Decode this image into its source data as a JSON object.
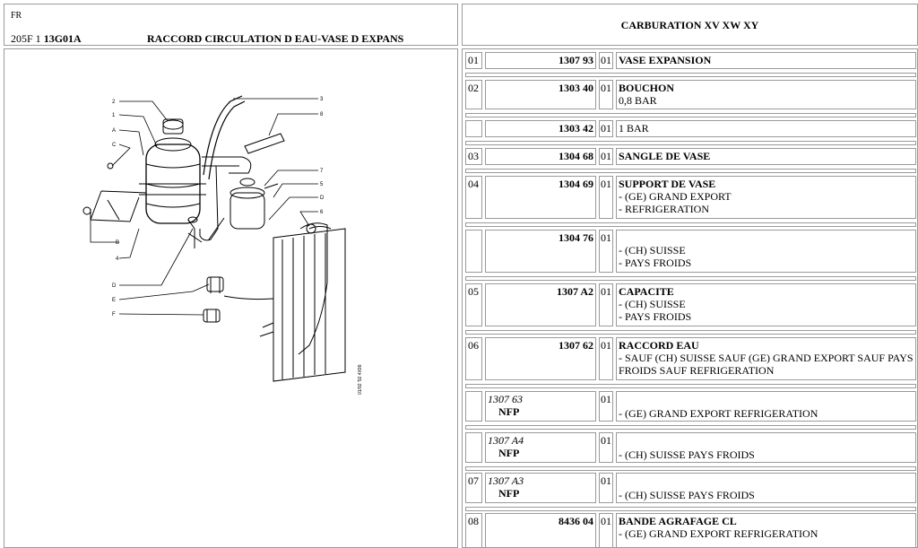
{
  "header": {
    "lang": "FR",
    "ref_prefix": "205F 1",
    "ref_code": "13G01A",
    "title": "RACCORD CIRCULATION D EAU-VASE D EXPANS",
    "right_title": "CARBURATION XV XW XY"
  },
  "diagram": {
    "labels": [
      "2",
      "1",
      "A",
      "C",
      "B",
      "4",
      "D",
      "E",
      "F",
      "3",
      "8",
      "7",
      "5",
      "D",
      "6"
    ],
    "watermark": "01/92 '92 4X99"
  },
  "parts": [
    {
      "no": "01",
      "ref": "1307 93",
      "qty": "01",
      "name": "VASE EXPANSION",
      "details": []
    },
    {
      "no": "02",
      "ref": "1303 40",
      "qty": "01",
      "name": "BOUCHON",
      "details": [
        "0,8 BAR"
      ]
    },
    {
      "no": "",
      "ref": "1303 42",
      "qty": "01",
      "name": "",
      "details": [
        "1 BAR"
      ]
    },
    {
      "no": "03",
      "ref": "1304 68",
      "qty": "01",
      "name": "SANGLE DE VASE",
      "details": []
    },
    {
      "no": "04",
      "ref": "1304 69",
      "qty": "01",
      "name": "SUPPORT DE VASE",
      "details": [
        "- (GE) GRAND EXPORT",
        "- REFRIGERATION"
      ]
    },
    {
      "no": "",
      "ref": "1304 76",
      "qty": "01",
      "name": "",
      "details": [
        "- (CH) SUISSE",
        "- PAYS FROIDS"
      ]
    },
    {
      "no": "05",
      "ref": "1307 A2",
      "qty": "01",
      "name": "CAPACITE",
      "details": [
        "- (CH) SUISSE",
        "- PAYS FROIDS"
      ]
    },
    {
      "no": "06",
      "ref": "1307 62",
      "qty": "01",
      "name": "RACCORD EAU",
      "details": [
        "- SAUF (CH) SUISSE SAUF (GE) GRAND EXPORT SAUF PAYS FROIDS SAUF REFRIGERATION"
      ]
    },
    {
      "no": "",
      "ref": "1307 63",
      "nfp": "NFP",
      "qty": "01",
      "name": "",
      "details": [
        "- (GE) GRAND EXPORT REFRIGERATION"
      ]
    },
    {
      "no": "",
      "ref": "1307 A4",
      "nfp": "NFP",
      "qty": "01",
      "name": "",
      "details": [
        "- (CH) SUISSE PAYS FROIDS"
      ]
    },
    {
      "no": "07",
      "ref": "1307 A3",
      "nfp": "NFP",
      "qty": "01",
      "name": "",
      "details": [
        "- (CH) SUISSE PAYS FROIDS"
      ]
    },
    {
      "no": "08",
      "ref": "8436 04",
      "qty": "01",
      "name": "BANDE AGRAFAGE CL",
      "details": [
        "- (GE) GRAND EXPORT REFRIGERATION"
      ]
    }
  ]
}
